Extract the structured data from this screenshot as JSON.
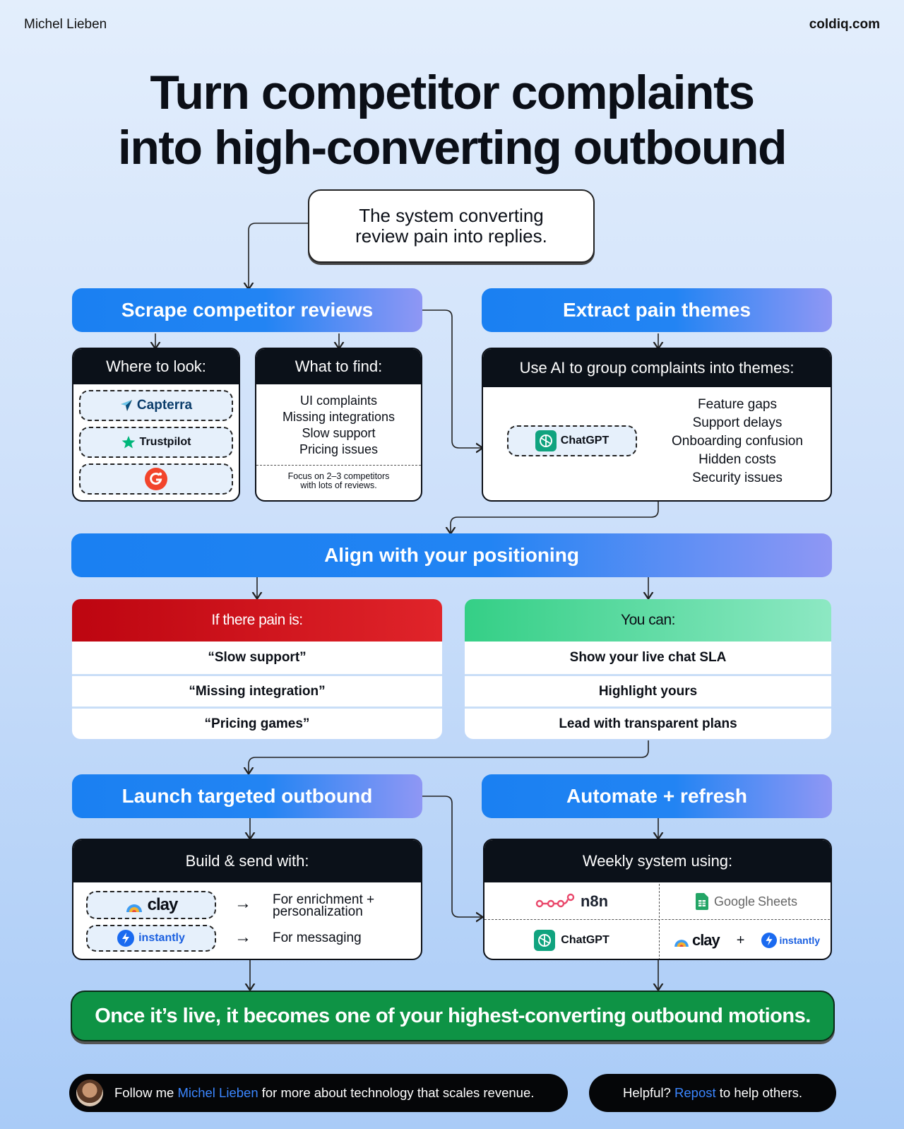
{
  "header": {
    "author": "Michel Lieben",
    "site": "coldiq.com"
  },
  "title": {
    "line1": "Turn competitor complaints",
    "line2": "into high-converting outbound"
  },
  "intro": "The system converting review pain into replies.",
  "step1": {
    "label": "Scrape competitor reviews",
    "where": {
      "head": "Where to look:",
      "capterra": "Capterra",
      "trustpilot": "Trustpilot"
    },
    "what": {
      "head": "What to find:",
      "items": [
        "UI complaints",
        "Missing integrations",
        "Slow support",
        "Pricing issues"
      ],
      "note1": "Focus on 2–3 competitors",
      "note2": "with lots of reviews."
    }
  },
  "step2": {
    "label": "Extract pain themes",
    "head": "Use AI to group complaints into themes:",
    "tool": "ChatGPT",
    "themes": [
      "Feature gaps",
      "Support delays",
      "Onboarding confusion",
      "Hidden costs",
      "Security issues"
    ]
  },
  "step3": {
    "label": "Align with your positioning",
    "pain": {
      "head": "If there pain is:",
      "rows": [
        "“Slow support”",
        "“Missing integration”",
        "“Pricing games”"
      ]
    },
    "can": {
      "head": "You can:",
      "rows": [
        "Show your live chat SLA",
        "Highlight yours",
        "Lead with transparent plans"
      ]
    }
  },
  "step4": {
    "label": "Launch targeted outbound",
    "head": "Build & send with:",
    "tool1": "clay",
    "tool1_desc1": "For enrichment +",
    "tool1_desc2": "personalization",
    "tool2": "instantly",
    "tool2_desc": "For messaging",
    "arrow": "→"
  },
  "step5": {
    "label": "Automate + refresh",
    "head": "Weekly system using:",
    "tools": {
      "n8n": "n8n",
      "sheets_a": "Google",
      "sheets_b": "Sheets",
      "chatgpt": "ChatGPT",
      "clay": "clay",
      "plus": "+",
      "instantly": "instantly"
    }
  },
  "final": "Once it’s live, it becomes one of your highest-converting outbound motions.",
  "footer": {
    "follow_pre": "Follow me",
    "follow_name": "Michel Lieben",
    "follow_post": "for more about technology that scales revenue.",
    "help_pre": "Helpful?",
    "help_link": "Repost",
    "help_post": "to help others."
  },
  "colors": {
    "stage_blue": "#1a80f2",
    "pain_red": "#c5050f",
    "can_green": "#3fd08f",
    "final_green": "#0e9345"
  }
}
